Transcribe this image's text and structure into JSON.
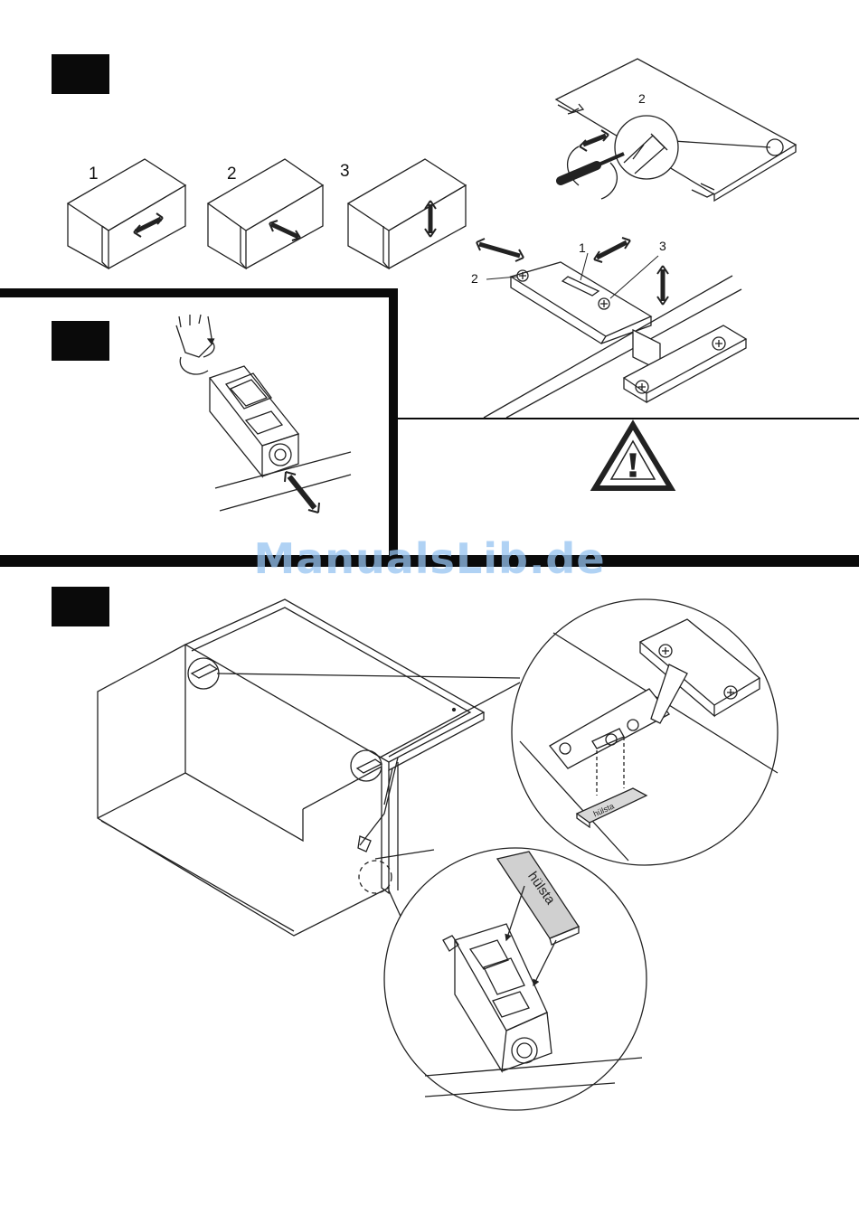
{
  "steps": {
    "top": {
      "labels": [
        "1",
        "2",
        "3"
      ]
    },
    "screw_detail": {
      "label": "2"
    },
    "hinge_detail": {
      "labels": [
        "1",
        "2",
        "3"
      ]
    }
  },
  "warning": {
    "symbol": "!"
  },
  "brand_label": "hülsta",
  "watermark": "ManualsLib.de"
}
